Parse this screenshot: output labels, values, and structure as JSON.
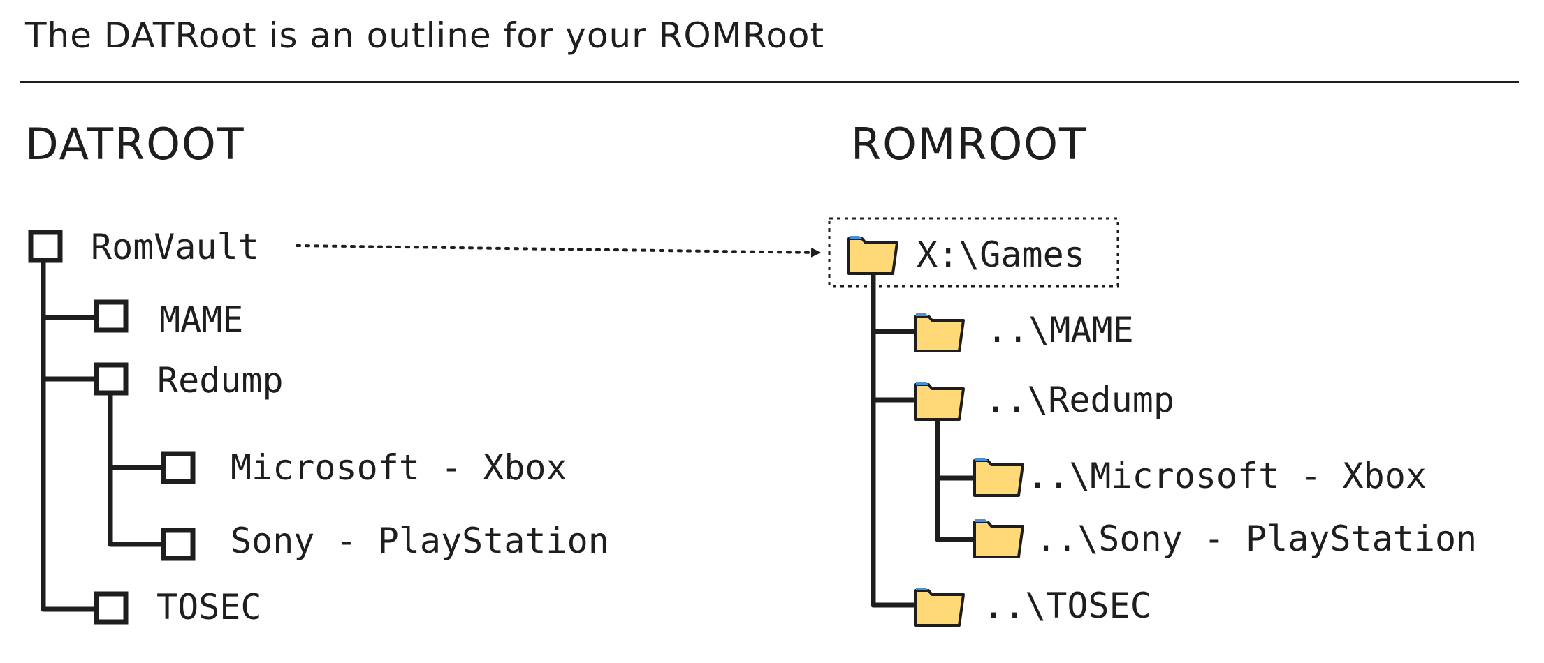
{
  "title": "The DATRoot is an outline for your ROMRoot",
  "datroot": {
    "heading": "DATROOT",
    "nodes": [
      {
        "label": "RomVault"
      },
      {
        "label": "MAME"
      },
      {
        "label": "Redump"
      },
      {
        "label": "Microsoft - Xbox"
      },
      {
        "label": "Sony - PlayStation"
      },
      {
        "label": "TOSEC"
      }
    ]
  },
  "romroot": {
    "heading": "ROMROOT",
    "nodes": [
      {
        "label": "X:\\Games"
      },
      {
        "label": "..\\MAME"
      },
      {
        "label": "..\\Redump"
      },
      {
        "label": "..\\Microsoft - Xbox"
      },
      {
        "label": "..\\Sony - PlayStation"
      },
      {
        "label": "..\\TOSEC"
      }
    ]
  },
  "colors": {
    "ink": "#1e1e1e",
    "folder_fill": "#ffd977",
    "folder_tab": "#4a90d9"
  },
  "icons": {
    "dat_node": "square-node-icon",
    "rom_node": "folder-icon"
  }
}
